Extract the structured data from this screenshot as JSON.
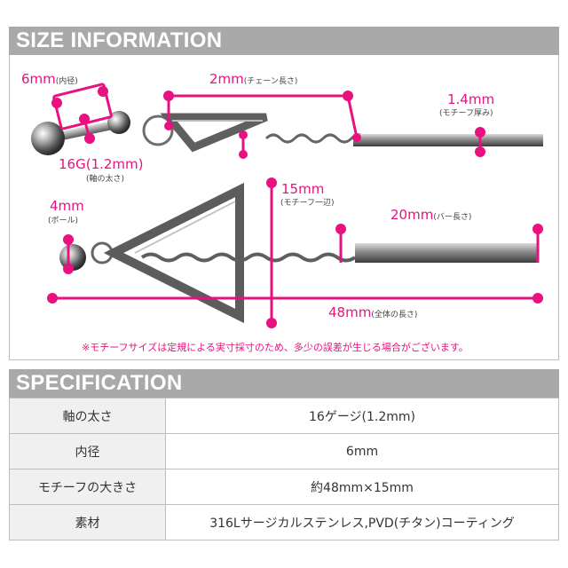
{
  "size_section": {
    "title": "SIZE INFORMATION",
    "labels": {
      "inner_diameter_value": "6mm",
      "inner_diameter_note": "(内径)",
      "chain_length_value": "2mm",
      "chain_length_note": "(チェーン長さ)",
      "motif_thickness_value": "1.4mm",
      "motif_thickness_note": "(モチーフ厚み)",
      "shaft_gauge_value": "16G(1.2mm)",
      "shaft_gauge_note": "(軸の太さ)",
      "ball_value": "4mm",
      "ball_note": "(ボール)",
      "motif_side_value": "15mm",
      "motif_side_note": "(モチーフ一辺)",
      "bar_length_value": "20mm",
      "bar_length_note": "(バー長さ)",
      "total_length_value": "48mm",
      "total_length_note": "(全体の長さ)"
    },
    "note": "※モチーフサイズは定規による実寸採寸のため、多少の誤差が生じる場合がございます。",
    "accent_color": "#e8117f"
  },
  "spec_section": {
    "title": "SPECIFICATION",
    "rows": [
      {
        "label": "軸の太さ",
        "value": "16ゲージ(1.2mm)"
      },
      {
        "label": "内径",
        "value": "6mm"
      },
      {
        "label": "モチーフの大きさ",
        "value": "約48mm×15mm"
      },
      {
        "label": "素材",
        "value": "316Lサージカルステンレス,PVD(チタン)コーティング"
      }
    ]
  }
}
